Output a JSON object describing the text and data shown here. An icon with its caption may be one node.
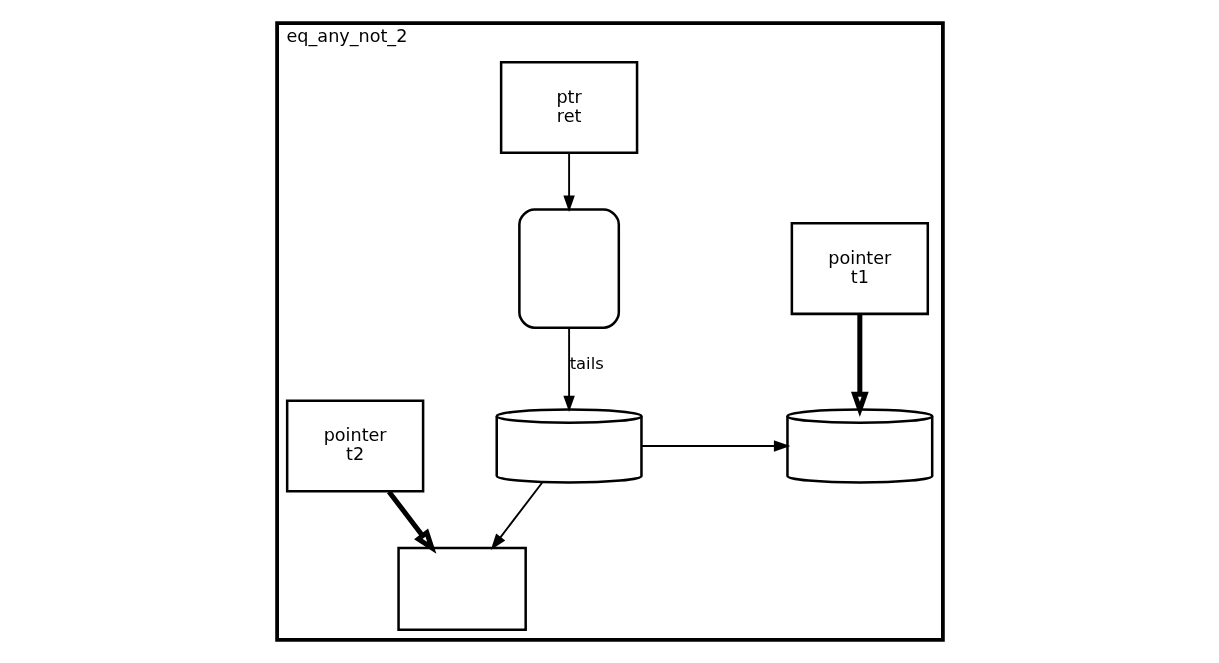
{
  "diagram": {
    "nodes": [
      {
        "text": [
          "eq_any_not_2"
        ]
      },
      {
        "text": [
          "ptr",
          "ret"
        ],
        "in": 0
      },
      {
        "text": [],
        "shape": "box",
        "in": 0
      },
      {
        "text": [
          "pointer",
          "t1"
        ],
        "in": 0
      },
      {
        "text": [
          "pointer",
          "t2"
        ],
        "in": 0
      },
      {
        "text": [],
        "shape": "cylinder",
        "in": 0
      },
      {
        "text": [],
        "shape": "cylinder",
        "in": 0
      },
      {
        "text": [],
        "shape": "box",
        "in": 0
      }
    ],
    "edges": [
      {
        "from": 1,
        "to": 2,
        "arrow": "to"
      },
      {
        "from": 2,
        "to": 5,
        "arrow": "to",
        "label": "tails"
      },
      {
        "from": 5,
        "to": 6,
        "arrow": "to"
      },
      {
        "from": 3,
        "to": 6,
        "arrow": "to",
        "style": "thick"
      },
      {
        "from": 5,
        "to": 7,
        "arrow": "to"
      },
      {
        "from": 4,
        "to": 7,
        "arrow": "to",
        "style": "thick"
      }
    ]
  }
}
